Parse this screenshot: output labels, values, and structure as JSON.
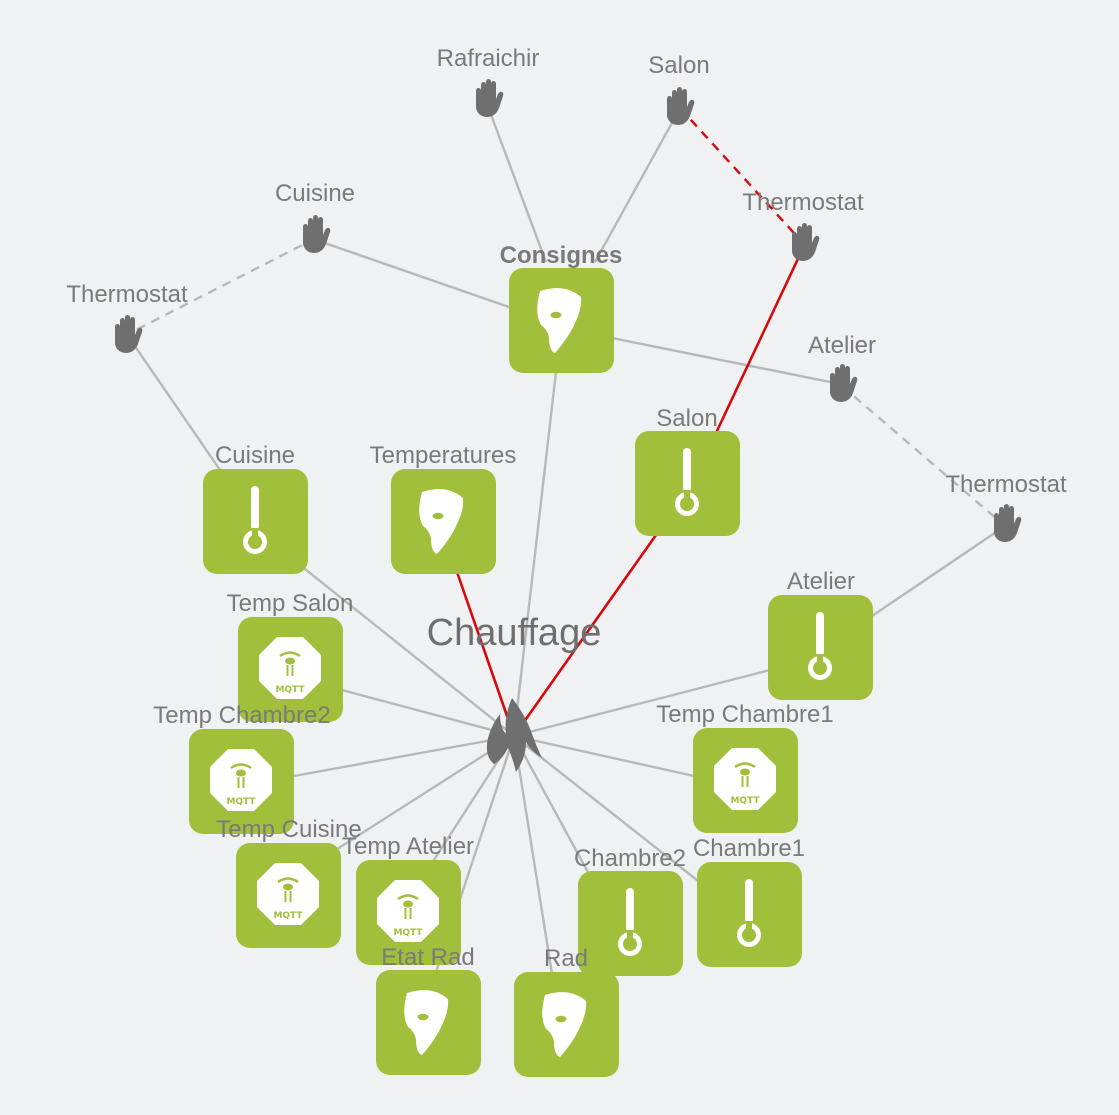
{
  "center": {
    "label": "Chauffage",
    "icon": "flame-icon"
  },
  "nodes": {
    "consignes": {
      "label": "Consignes",
      "icon": "mask-icon"
    },
    "rafraichir": {
      "label": "Rafraichir",
      "icon": "hand-icon"
    },
    "salon_hand": {
      "label": "Salon",
      "icon": "hand-icon"
    },
    "thermostat_salon": {
      "label": "Thermostat",
      "icon": "hand-icon"
    },
    "cuisine_hand": {
      "label": "Cuisine",
      "icon": "hand-icon"
    },
    "thermostat_cuisine": {
      "label": "Thermostat",
      "icon": "hand-icon"
    },
    "atelier_hand": {
      "label": "Atelier",
      "icon": "hand-icon"
    },
    "thermostat_atelier": {
      "label": "Thermostat",
      "icon": "hand-icon"
    },
    "cuisine_therm": {
      "label": "Cuisine",
      "icon": "thermometer-icon"
    },
    "temperatures": {
      "label": "Temperatures",
      "icon": "mask-icon"
    },
    "salon_therm": {
      "label": "Salon",
      "icon": "thermometer-icon"
    },
    "atelier_therm": {
      "label": "Atelier",
      "icon": "thermometer-icon"
    },
    "temp_salon": {
      "label": "Temp Salon",
      "icon": "mqtt-icon"
    },
    "temp_chambre2": {
      "label": "Temp Chambre2",
      "icon": "mqtt-icon"
    },
    "temp_chambre1": {
      "label": "Temp Chambre1",
      "icon": "mqtt-icon"
    },
    "temp_cuisine": {
      "label": "Temp Cuisine",
      "icon": "mqtt-icon"
    },
    "temp_atelier": {
      "label": "Temp Atelier",
      "icon": "mqtt-icon"
    },
    "chambre2": {
      "label": "Chambre2",
      "icon": "thermometer-icon"
    },
    "chambre1": {
      "label": "Chambre1",
      "icon": "thermometer-icon"
    },
    "etat_rad": {
      "label": "Etat Rad",
      "icon": "mask-icon"
    },
    "rad": {
      "label": "Rad",
      "icon": "mask-icon"
    }
  },
  "mqtt_badge_text": "MQTT",
  "colors": {
    "background": "#f0f1f3",
    "tile": "#a1bf3a",
    "icon_gray": "#6f6f6f",
    "edge": "#b8b8b8",
    "edge_active": "#d6090b",
    "label": "#7a7a7a"
  }
}
